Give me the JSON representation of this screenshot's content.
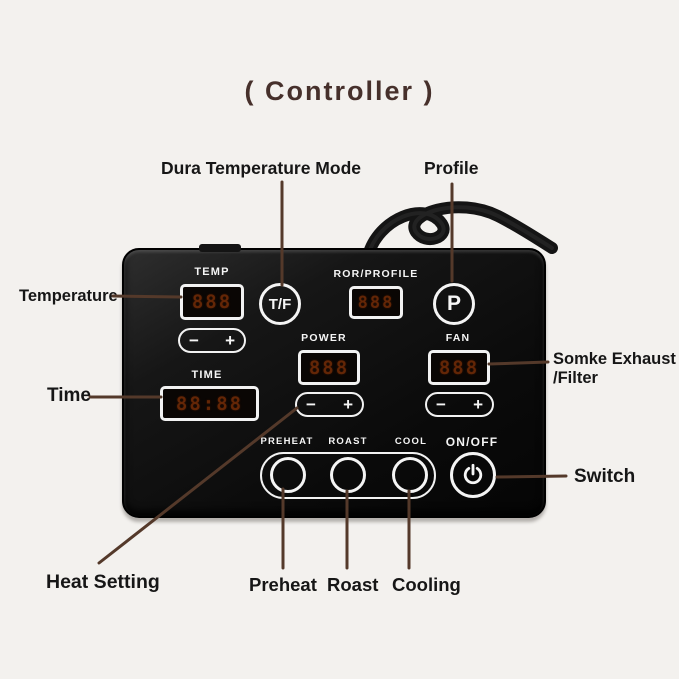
{
  "title": "( Controller )",
  "colors": {
    "background": "#f3f1ee",
    "panel_black": "#0a0a0a",
    "callout_line": "#54392a",
    "title_text": "#46302b",
    "label_text": "#161616",
    "panel_text": "#f5f5f5",
    "digit_glow": "#963a0a"
  },
  "callouts": {
    "dura_temperature_mode": "Dura Temperature Mode",
    "profile": "Profile",
    "temperature": "Temperature",
    "time": "Time",
    "smoke_exhaust_line1": "Somke Exhaust",
    "smoke_exhaust_line2": "/Filter",
    "switch": "Switch",
    "heat_setting": "Heat Setting",
    "preheat": "Preheat",
    "roast": "Roast",
    "cooling": "Cooling"
  },
  "panel": {
    "temp": {
      "label": "TEMP",
      "value": "888"
    },
    "ror_profile": {
      "label": "ROR/PROFILE",
      "value": "888"
    },
    "tf_button": "T/F",
    "p_button": "P",
    "power": {
      "label": "POWER",
      "value": "888"
    },
    "fan": {
      "label": "FAN",
      "value": "888"
    },
    "time": {
      "label": "TIME",
      "value": "88:88"
    },
    "minus": "−",
    "plus": "+",
    "stage_buttons": {
      "preheat": "PREHEAT",
      "roast": "ROAST",
      "cool": "COOL"
    },
    "onoff_label": "ON/OFF"
  }
}
